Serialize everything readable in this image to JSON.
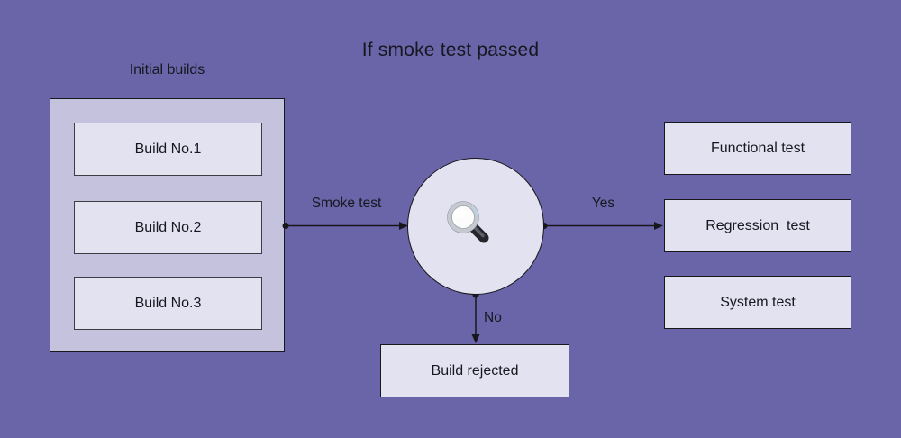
{
  "title": "If smoke test passed",
  "initial_builds": {
    "label": "Initial builds",
    "items": [
      "Build No.1",
      "Build No.2",
      "Build No.3"
    ]
  },
  "decision": {
    "icon": "magnifier-icon"
  },
  "edges": {
    "smoke": "Smoke test",
    "yes": "Yes",
    "no": "No"
  },
  "results": {
    "items": [
      "Functional test",
      "Regression  test",
      "System test"
    ],
    "rejected": "Build rejected"
  },
  "colors": {
    "background": "#6a64a9",
    "group_fill": "#c5c2de",
    "node_fill": "#e3e2f0",
    "line": "#17171c"
  }
}
